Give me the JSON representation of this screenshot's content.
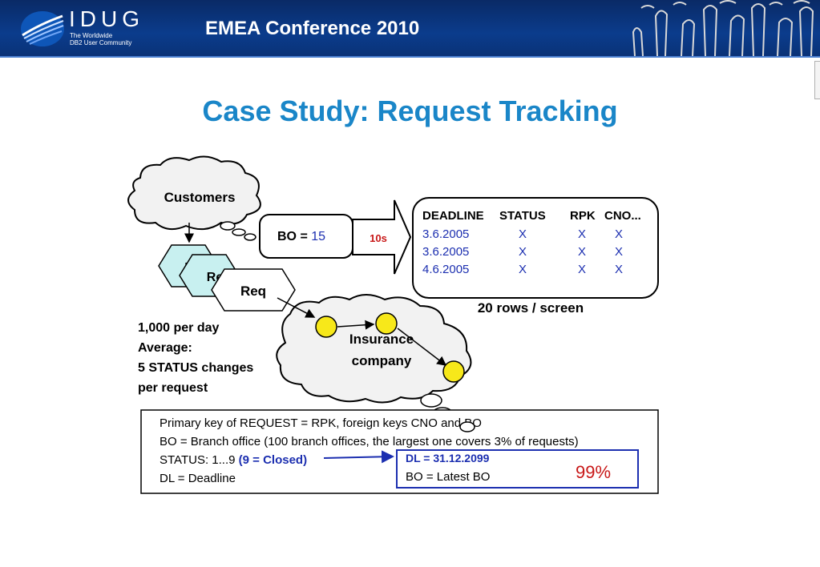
{
  "header": {
    "logo_name": "IDUG",
    "logo_tagline_1": "The Worldwide",
    "logo_tagline_2": "DB2 User Community",
    "conference": "EMEA Conference 2010"
  },
  "slide": {
    "title": "Case Study: Request Tracking"
  },
  "diagram": {
    "customers": "Customers",
    "req_hex_1": "R",
    "req_hex_2": "Re",
    "req_hex_3": "Req",
    "bo_label": "BO = ",
    "bo_value": "15",
    "arrow_time": "10s",
    "result_headers": {
      "deadline": "DEADLINE",
      "status": "STATUS",
      "rpk": "RPK",
      "cno": "CNO..."
    },
    "result_rows": [
      {
        "deadline": "3.6.2005",
        "status": "X",
        "rpk": "X",
        "cno": "X"
      },
      {
        "deadline": "3.6.2005",
        "status": "X",
        "rpk": "X",
        "cno": "X"
      },
      {
        "deadline": "4.6.2005",
        "status": "X",
        "rpk": "X",
        "cno": "X"
      }
    ],
    "rows_per_screen": "20 rows / screen",
    "stats": [
      "1,000 per day",
      "Average:",
      "5 STATUS changes",
      "per request"
    ],
    "insurance_1": "Insurance",
    "insurance_2": "company"
  },
  "notes": {
    "line1": "Primary key of REQUEST = RPK, foreign keys CNO and BO",
    "line2": "BO = Branch office (100 branch offices, the largest one covers 3% of requests)",
    "line3_prefix": "STATUS: 1...9 ",
    "line3_closed": "(9 = Closed)",
    "line4": "DL = Deadline",
    "dl_value": "DL = 31.12.2099",
    "bo_latest": "BO = Latest BO",
    "percent": "99%"
  },
  "colors": {
    "title_blue": "#1a86c8",
    "value_blue": "#1c2fb0",
    "accent_red": "#c81818",
    "hex_fill": "#c8f0f0",
    "dot_yellow": "#f7e81a"
  }
}
